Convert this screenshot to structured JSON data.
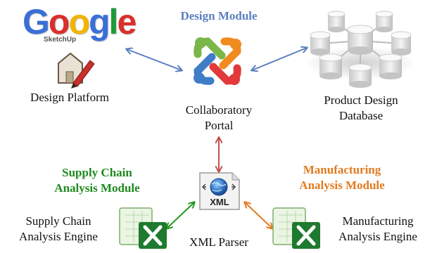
{
  "design_module": {
    "title": "Design Module",
    "color": "#5b7fbf"
  },
  "supply_module": {
    "line1": "Supply Chain",
    "line2": "Analysis Module",
    "color": "#1f8a1f"
  },
  "mfg_module": {
    "line1": "Manufacturing",
    "line2": "Analysis Module",
    "color": "#e07b1f"
  },
  "google_logo": {
    "letters": [
      "G",
      "o",
      "o",
      "g",
      "l",
      "e"
    ],
    "sub": "SketchUp"
  },
  "xml_icon": {
    "text": "XML"
  },
  "nodes": {
    "design_platform": "Design Platform",
    "portal_line1": "Collaboratory",
    "portal_line2": "Portal",
    "db_line1": "Product Design",
    "db_line2": "Database",
    "xml_parser": "XML Parser",
    "supply_engine_line1": "Supply Chain",
    "supply_engine_line2": "Analysis Engine",
    "mfg_engine_line1": "Manufacturing",
    "mfg_engine_line2": "Analysis Engine"
  },
  "arrow_colors": {
    "design": "#5b7fbf",
    "parser": "#c05050",
    "supply": "#1f9a1f",
    "mfg": "#e07b1f"
  },
  "icons": [
    "sketchup-pencil-icon",
    "joomla-portal-icon",
    "database-cluster-icon",
    "xml-globe-icon",
    "excel-icon"
  ]
}
